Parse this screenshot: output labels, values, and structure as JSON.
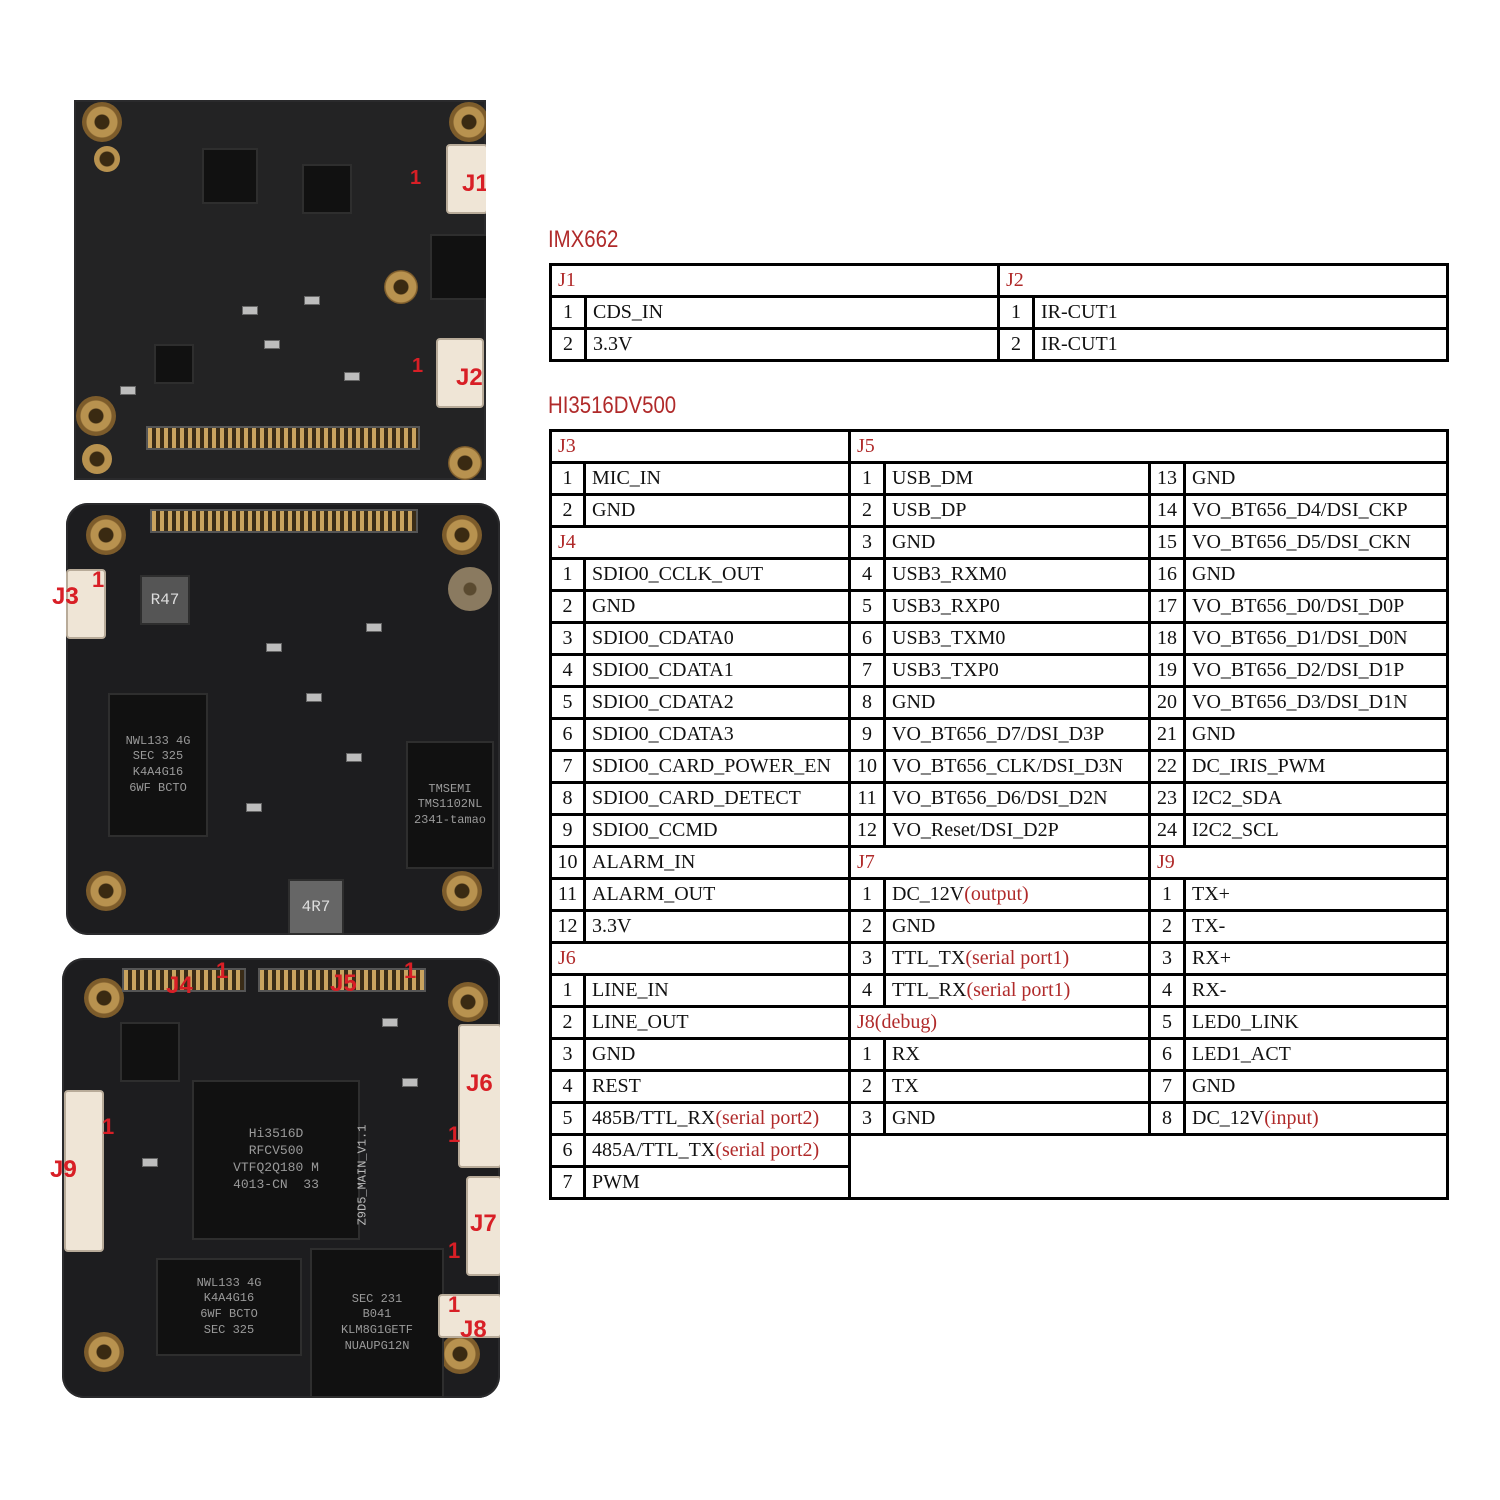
{
  "photo_labels": {
    "board1": {
      "j1": "J1",
      "j2": "J2",
      "pin1_a": "1",
      "pin1_b": "1"
    },
    "board2": {
      "j3": "J3",
      "pin1": "1",
      "chip_mem": "NWL133 4G\nSEC 325\nK4A4G16\n6WF BCTO",
      "chip_net": "TMSEMI\nTMS1102NL\n2341-tamao",
      "ind1": "R47",
      "ind2": "4R7"
    },
    "board3": {
      "j4": "J4",
      "j5": "J5",
      "j6": "J6",
      "j7": "J7",
      "j8": "J8",
      "j9": "J9",
      "pin1": "1",
      "soc": "Hi3516D\nRFCV500\nVTFQ2Q180 M\n4013-CN  33",
      "silk": "Z9D5_MAIN_V1.1",
      "chip_mem": "NWL133 4G\nK4A4G16\n6WF BCTO\nSEC 325",
      "chip_emmc": "SEC 231\nB041\nKLM8G1GETF\nNUAUPG12N"
    }
  },
  "imx662": {
    "title": "IMX662",
    "j1": {
      "header": "J1",
      "rows": [
        {
          "n": "1",
          "label": "CDS_IN"
        },
        {
          "n": "2",
          "label": "3.3V"
        }
      ]
    },
    "j2": {
      "header": "J2",
      "rows": [
        {
          "n": "1",
          "label": "IR-CUT1"
        },
        {
          "n": "2",
          "label": "IR-CUT1"
        }
      ]
    }
  },
  "hi3516": {
    "title": "HI3516DV500",
    "headers": {
      "j3": "J3",
      "j4": "J4",
      "j5": "J5",
      "j6": "J6",
      "j7": "J7",
      "j8": "J8(debug)",
      "j9": "J9"
    },
    "j3": [
      {
        "n": "1",
        "label": "MIC_IN"
      },
      {
        "n": "2",
        "label": "GND"
      }
    ],
    "j4": [
      {
        "n": "1",
        "label": "SDIO0_CCLK_OUT"
      },
      {
        "n": "2",
        "label": "GND"
      },
      {
        "n": "3",
        "label": "SDIO0_CDATA0"
      },
      {
        "n": "4",
        "label": "SDIO0_CDATA1"
      },
      {
        "n": "5",
        "label": "SDIO0_CDATA2"
      },
      {
        "n": "6",
        "label": "SDIO0_CDATA3"
      },
      {
        "n": "7",
        "label": "SDIO0_CARD_POWER_EN"
      },
      {
        "n": "8",
        "label": "SDIO0_CARD_DETECT"
      },
      {
        "n": "9",
        "label": "SDIO0_CCMD"
      },
      {
        "n": "10",
        "label": "ALARM_IN"
      },
      {
        "n": "11",
        "label": "ALARM_OUT"
      },
      {
        "n": "12",
        "label": "3.3V"
      }
    ],
    "j6": [
      {
        "n": "1",
        "label": "LINE_IN",
        "note": ""
      },
      {
        "n": "2",
        "label": "LINE_OUT",
        "note": ""
      },
      {
        "n": "3",
        "label": "GND",
        "note": ""
      },
      {
        "n": "4",
        "label": "REST",
        "note": ""
      },
      {
        "n": "5",
        "label": "485B/TTL_RX",
        "note": "(serial port2)"
      },
      {
        "n": "6",
        "label": "485A/TTL_TX",
        "note": "(serial port2)"
      },
      {
        "n": "7",
        "label": "PWM",
        "note": ""
      }
    ],
    "j5_left": [
      {
        "n": "1",
        "label": "USB_DM"
      },
      {
        "n": "2",
        "label": "USB_DP"
      },
      {
        "n": "3",
        "label": "GND"
      },
      {
        "n": "4",
        "label": "USB3_RXM0"
      },
      {
        "n": "5",
        "label": "USB3_RXP0"
      },
      {
        "n": "6",
        "label": "USB3_TXM0"
      },
      {
        "n": "7",
        "label": "USB3_TXP0"
      },
      {
        "n": "8",
        "label": "GND"
      },
      {
        "n": "9",
        "label": "VO_BT656_D7/DSI_D3P"
      },
      {
        "n": "10",
        "label": "VO_BT656_CLK/DSI_D3N"
      },
      {
        "n": "11",
        "label": "VO_BT656_D6/DSI_D2N"
      },
      {
        "n": "12",
        "label": "VO_Reset/DSI_D2P"
      }
    ],
    "j5_right": [
      {
        "n": "13",
        "label": "GND"
      },
      {
        "n": "14",
        "label": "VO_BT656_D4/DSI_CKP"
      },
      {
        "n": "15",
        "label": "VO_BT656_D5/DSI_CKN"
      },
      {
        "n": "16",
        "label": "GND"
      },
      {
        "n": "17",
        "label": "VO_BT656_D0/DSI_D0P"
      },
      {
        "n": "18",
        "label": "VO_BT656_D1/DSI_D0N"
      },
      {
        "n": "19",
        "label": "VO_BT656_D2/DSI_D1P"
      },
      {
        "n": "20",
        "label": "VO_BT656_D3/DSI_D1N"
      },
      {
        "n": "21",
        "label": "GND"
      },
      {
        "n": "22",
        "label": "DC_IRIS_PWM"
      },
      {
        "n": "23",
        "label": "I2C2_SDA"
      },
      {
        "n": "24",
        "label": "I2C2_SCL"
      }
    ],
    "j7": [
      {
        "n": "1",
        "label": "DC_12V",
        "note": "(output)"
      },
      {
        "n": "2",
        "label": "GND",
        "note": ""
      },
      {
        "n": "3",
        "label": "TTL_TX",
        "note": "(serial port1)"
      },
      {
        "n": "4",
        "label": "TTL_RX",
        "note": "(serial port1)"
      }
    ],
    "j8": [
      {
        "n": "1",
        "label": "RX"
      },
      {
        "n": "2",
        "label": "TX"
      },
      {
        "n": "3",
        "label": "GND"
      }
    ],
    "j9": [
      {
        "n": "1",
        "label": "TX+",
        "note": ""
      },
      {
        "n": "2",
        "label": "TX-",
        "note": ""
      },
      {
        "n": "3",
        "label": "RX+",
        "note": ""
      },
      {
        "n": "4",
        "label": "RX-",
        "note": ""
      },
      {
        "n": "5",
        "label": "LED0_LINK",
        "note": ""
      },
      {
        "n": "6",
        "label": "LED1_ACT",
        "note": ""
      },
      {
        "n": "7",
        "label": "GND",
        "note": ""
      },
      {
        "n": "8",
        "label": "DC_12V",
        "note": "(input)"
      }
    ]
  }
}
